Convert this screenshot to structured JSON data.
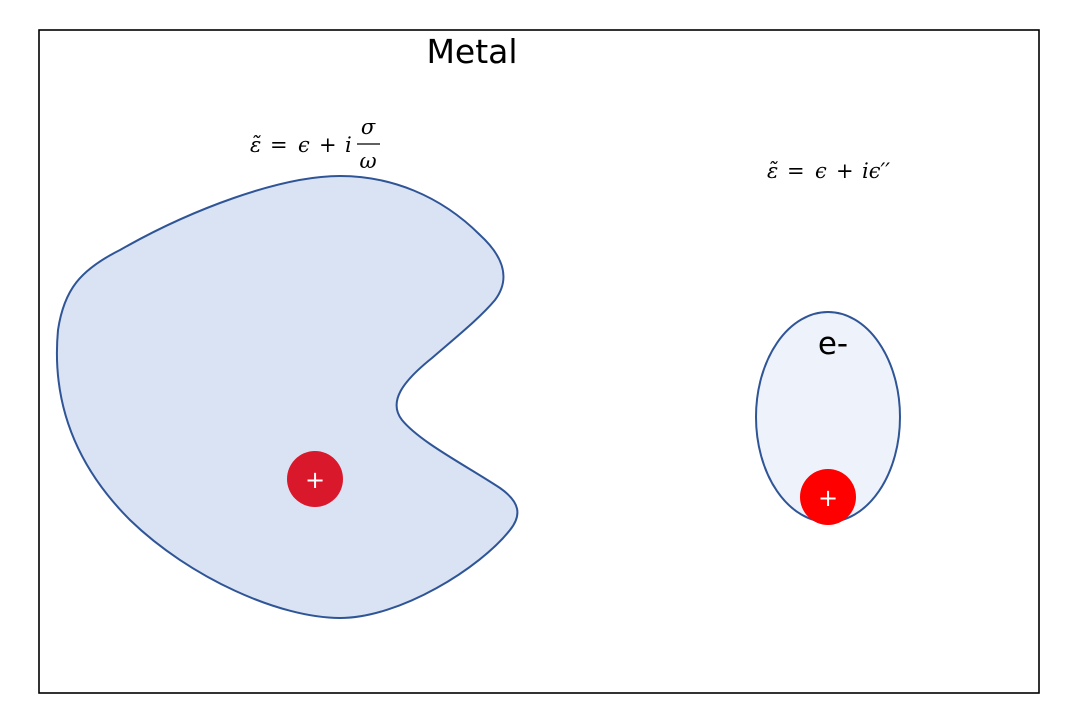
{
  "title": "Metal",
  "left_region": {
    "formula": {
      "lhs": "ε̃",
      "eq": "=",
      "eps": "ϵ",
      "plus": "+",
      "i": "i",
      "numerator": "σ",
      "denominator": "ω"
    },
    "ion_label": "+"
  },
  "right_region": {
    "formula": {
      "lhs": "ε̃",
      "eq": "=",
      "eps": "ϵ",
      "plus": "+",
      "term": "iϵ′′"
    },
    "electron_label": "e-",
    "ion_label": "+"
  },
  "colors": {
    "frame": "#000000",
    "blob_fill": "#dae3f3",
    "blob_stroke": "#2f5597",
    "ellipse_fill": "#eef2fa",
    "ion_left": "#d9182b",
    "ion_right": "#ff0000"
  }
}
